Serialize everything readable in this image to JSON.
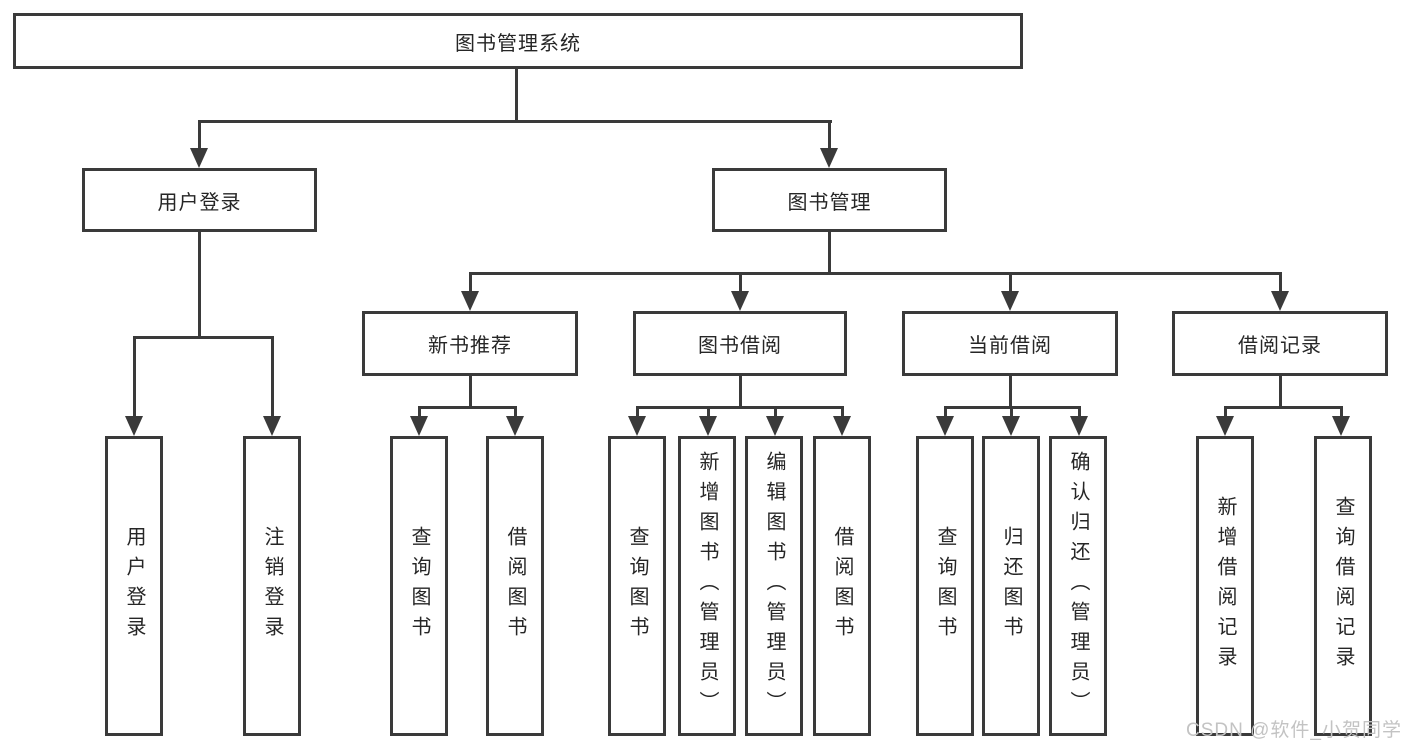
{
  "tree": {
    "root": "图书管理系统",
    "user_login": {
      "label": "用户登录",
      "children": [
        "用户登录",
        "注销登录"
      ]
    },
    "book_mgmt": {
      "label": "图书管理",
      "groups": [
        {
          "label": "新书推荐",
          "children": [
            "查询图书",
            "借阅图书"
          ]
        },
        {
          "label": "图书借阅",
          "children": [
            "查询图书",
            "新增图书（管理员）",
            "编辑图书（管理员）",
            "借阅图书"
          ]
        },
        {
          "label": "当前借阅",
          "children": [
            "查询图书",
            "归还图书",
            "确认归还（管理员）"
          ]
        },
        {
          "label": "借阅记录",
          "children": [
            "新增借阅记录",
            "查询借阅记录"
          ]
        }
      ]
    }
  },
  "watermark": "CSDN @软件_小贺同学",
  "colors": {
    "line": "#3a3a3a",
    "text": "#262626",
    "box_background": "#ffffff",
    "watermark": "#c3c3c3"
  }
}
